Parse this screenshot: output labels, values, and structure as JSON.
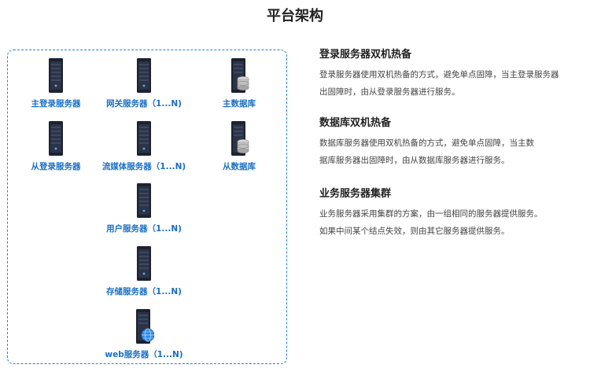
{
  "page_title": "平台架构",
  "nodes": [
    {
      "label": "主登录服务器",
      "icon": "server-tower-icon"
    },
    {
      "label": "网关服务器（1...N)",
      "icon": "server-tower-icon"
    },
    {
      "label": "主数据库",
      "icon": "database-server-icon"
    },
    {
      "label": "从登录服务器",
      "icon": "server-tower-icon"
    },
    {
      "label": "流媒体服务器（1...N)",
      "icon": "server-tower-icon"
    },
    {
      "label": "从数据库",
      "icon": "database-server-icon"
    },
    {
      "label": "用户服务器（1...N)",
      "icon": "server-tower-icon"
    },
    {
      "label": "存储服务器（1...N)",
      "icon": "server-tower-icon"
    },
    {
      "label": "web服务器（1...N)",
      "icon": "web-server-globe-icon"
    }
  ],
  "sections": [
    {
      "title": "登录服务器双机热备",
      "lines": [
        "登录服务器使用双机热备的方式，避免单点固障，当主登录服务器",
        "出固障时，由从登录服务器进行服务。"
      ]
    },
    {
      "title": "数据库双机热备",
      "lines": [
        "数据库服务器使用双机热备的方式，避免单点固障，当主数",
        "据库服务器出固障时，由从数据库服务器进行服务。"
      ]
    },
    {
      "title": "业务服务器集群",
      "lines": [
        "业务服务器采用集群的方案，由一组相同的服务器提供服务。",
        "如果中间某个结点失效，则由其它服务器提供服务。"
      ]
    }
  ],
  "colors": {
    "accent": "#1a6fc4",
    "border": "#2b7fcf",
    "server_dark": "#1c2230"
  }
}
